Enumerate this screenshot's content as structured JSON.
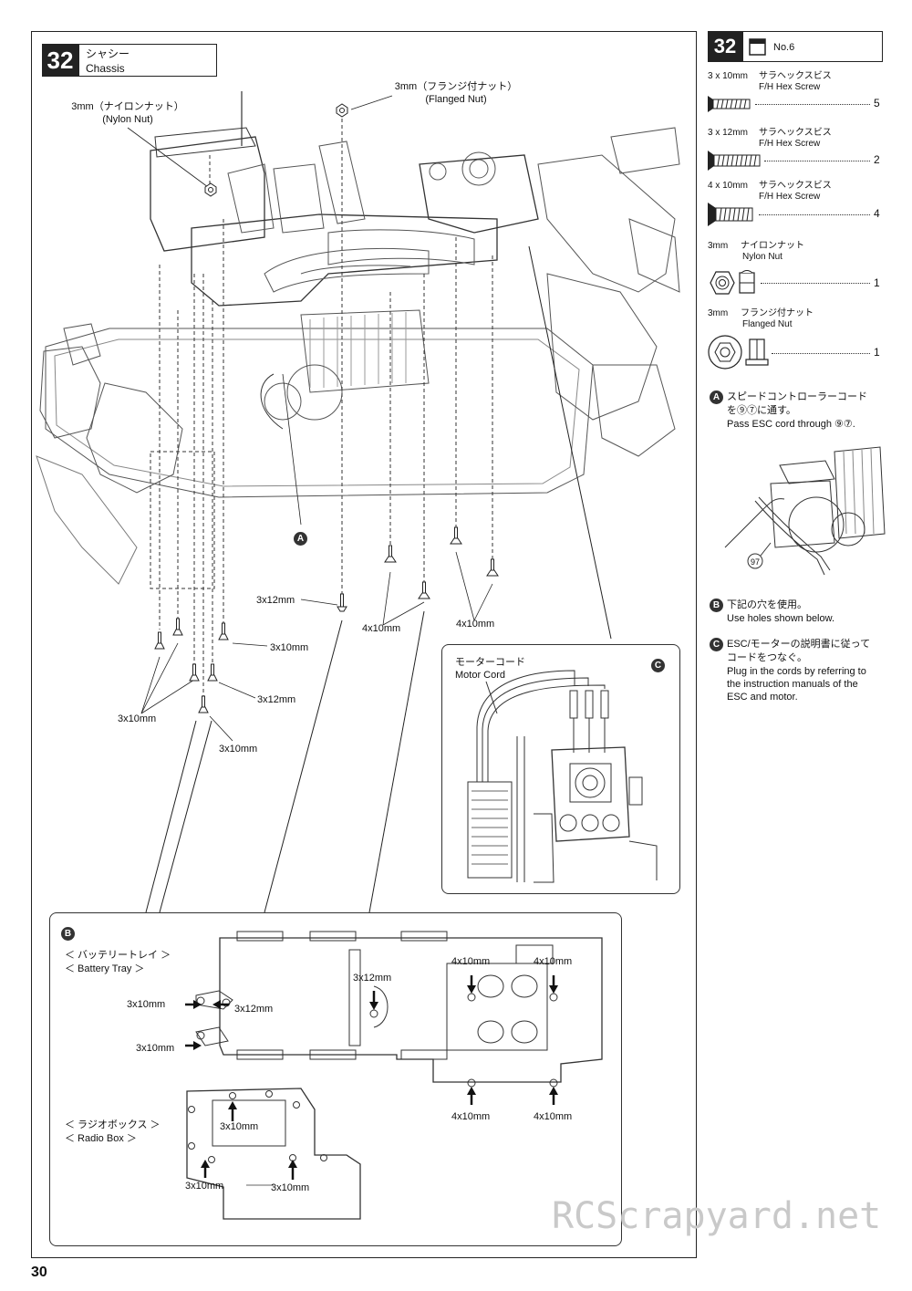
{
  "step": {
    "number": "32",
    "title_jp": "シャシー",
    "title_en": "Chassis"
  },
  "parts_header": {
    "number": "32",
    "bag": "No.6"
  },
  "parts": [
    {
      "size": "3 x 10mm",
      "name_jp": "サラヘックスビス",
      "name_en": "F/H Hex Screw",
      "qty": "5",
      "icon": "flat-head-screw-icon"
    },
    {
      "size": "3 x 12mm",
      "name_jp": "サラヘックスビス",
      "name_en": "F/H Hex Screw",
      "qty": "2",
      "icon": "flat-head-screw-icon"
    },
    {
      "size": "4 x 10mm",
      "name_jp": "サラヘックスビス",
      "name_en": "F/H Hex Screw",
      "qty": "4",
      "icon": "flat-head-screw-icon"
    },
    {
      "size": "3mm",
      "name_jp": "ナイロンナット",
      "name_en": "Nylon Nut",
      "qty": "1",
      "icon": "nylon-nut-icon"
    },
    {
      "size": "3mm",
      "name_jp": "フランジ付ナット",
      "name_en": "Flanged Nut",
      "qty": "1",
      "icon": "flanged-nut-icon"
    }
  ],
  "notes": {
    "a": {
      "mark": "A",
      "jp_line1": "スピードコントローラーコード",
      "jp_line2": "を⑨⑦に通す。",
      "en": "Pass ESC cord through ⑨⑦.",
      "ref": "97"
    },
    "b": {
      "mark": "B",
      "jp": "下記の穴を使用。",
      "en": "Use holes shown below."
    },
    "c": {
      "mark": "C",
      "jp_line1": "ESC/モーターの説明書に従って",
      "jp_line2": "コードをつなぐ。",
      "en_lines": [
        "Plug in the cords by referring to",
        "the instruction manuals of the",
        "ESC and motor."
      ]
    }
  },
  "main_labels": {
    "nylon_nut": {
      "jp": "3mm（ナイロンナット）",
      "en": "(Nylon Nut)"
    },
    "flanged_nut": {
      "jp": "3mm（フランジ付ナット）",
      "en": "(Flanged Nut)"
    },
    "a_mark": "A",
    "screw_labels": [
      "3x12mm",
      "4x10mm",
      "4x10mm",
      "3x10mm",
      "3x12mm",
      "3x10mm",
      "3x10mm"
    ]
  },
  "detail_c": {
    "mark": "C",
    "label_jp": "モーターコード",
    "label_en": "Motor Cord"
  },
  "detail_b": {
    "mark": "B",
    "battery_tray": {
      "jp": "＜ バッテリートレイ ＞",
      "en": "＜ Battery Tray ＞"
    },
    "radio_box": {
      "jp": "＜ ラジオボックス ＞",
      "en": "＜ Radio Box ＞"
    },
    "labels": [
      "3x10mm",
      "3x12mm",
      "3x10mm",
      "3x12mm",
      "4x10mm",
      "4x10mm",
      "4x10mm",
      "4x10mm",
      "3x10mm",
      "3x10mm",
      "3x10mm"
    ]
  },
  "page_number": "30",
  "watermark": "RCScrapyard.net"
}
